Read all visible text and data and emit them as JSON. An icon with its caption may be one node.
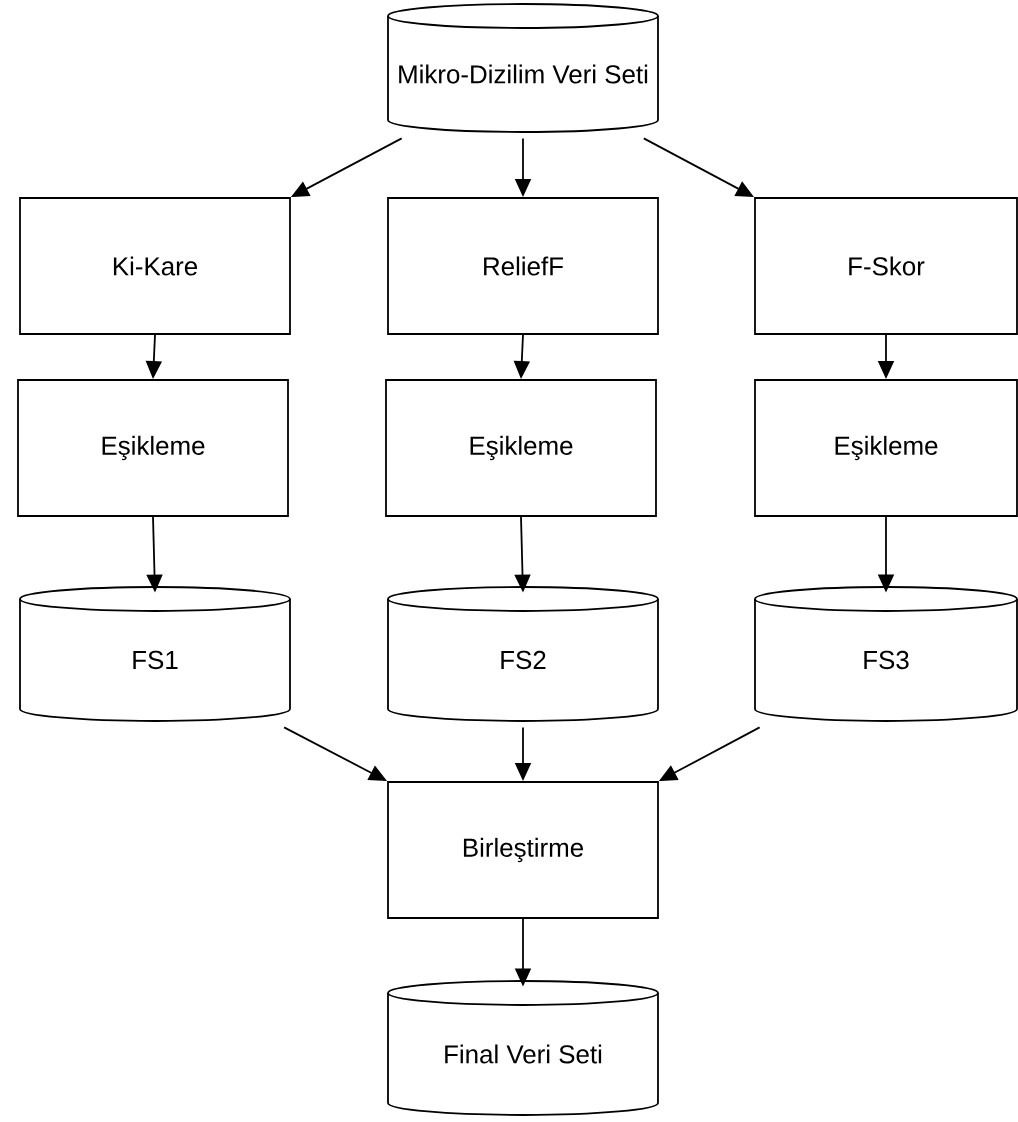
{
  "diagram": {
    "nodes": [
      {
        "text": [
          "Mikro-Dizilim Veri Seti"
        ]
      },
      {
        "text": [
          "Ki-Kare"
        ]
      },
      {
        "text": [
          "ReliefF"
        ]
      },
      {
        "text": [
          "F-Skor"
        ]
      },
      {
        "text": [
          "Eşikleme"
        ]
      },
      {
        "text": [
          "Eşikleme"
        ]
      },
      {
        "text": [
          "Eşikleme"
        ]
      },
      {
        "text": [
          "FS1"
        ]
      },
      {
        "text": [
          "FS2"
        ]
      },
      {
        "text": [
          "FS3"
        ]
      },
      {
        "text": [
          "Birleştirme"
        ]
      },
      {
        "text": [
          "Final Veri Seti"
        ]
      }
    ],
    "edges": [
      {
        "from": 0,
        "to": 1,
        "arrow": "to"
      },
      {
        "from": 0,
        "to": 2,
        "arrow": "to"
      },
      {
        "from": 0,
        "to": 3,
        "arrow": "to"
      },
      {
        "from": 1,
        "to": 4,
        "arrow": "to"
      },
      {
        "from": 2,
        "to": 5,
        "arrow": "to"
      },
      {
        "from": 3,
        "to": 6,
        "arrow": "to"
      },
      {
        "from": 4,
        "to": 7,
        "arrow": "to"
      },
      {
        "from": 5,
        "to": 8,
        "arrow": "to"
      },
      {
        "from": 6,
        "to": 9,
        "arrow": "to"
      },
      {
        "from": 7,
        "to": 10,
        "arrow": "to"
      },
      {
        "from": 8,
        "to": 10,
        "arrow": "to"
      },
      {
        "from": 9,
        "to": 10,
        "arrow": "to"
      },
      {
        "from": 10,
        "to": 11,
        "arrow": "to"
      }
    ]
  }
}
